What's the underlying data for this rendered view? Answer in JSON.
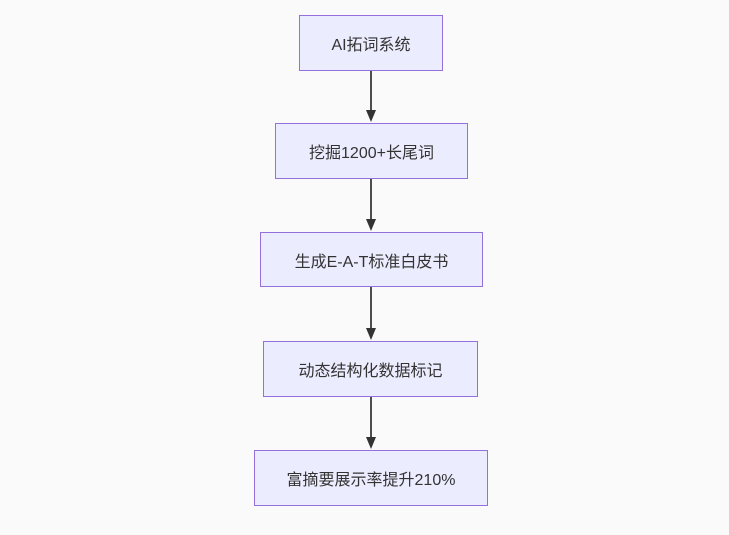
{
  "diagram": {
    "type": "flowchart",
    "direction": "top-down",
    "nodes": [
      {
        "id": "A",
        "label": "AI拓词系统"
      },
      {
        "id": "B",
        "label": "挖掘1200+长尾词"
      },
      {
        "id": "C",
        "label": "生成E-A-T标准白皮书"
      },
      {
        "id": "D",
        "label": "动态结构化数据标记"
      },
      {
        "id": "E",
        "label": "富摘要展示率提升210%"
      }
    ],
    "edges": [
      {
        "from": "A",
        "to": "B",
        "style": "arrow"
      },
      {
        "from": "B",
        "to": "C",
        "style": "arrow"
      },
      {
        "from": "C",
        "to": "D",
        "style": "arrow"
      },
      {
        "from": "D",
        "to": "E",
        "style": "arrow"
      }
    ],
    "colors": {
      "background": "#fafafa",
      "node_fill": "#ececff",
      "node_border": "#9370db",
      "node_text": "#333333",
      "edge_line": "#4d4d4d",
      "arrowhead": "#333333"
    }
  }
}
